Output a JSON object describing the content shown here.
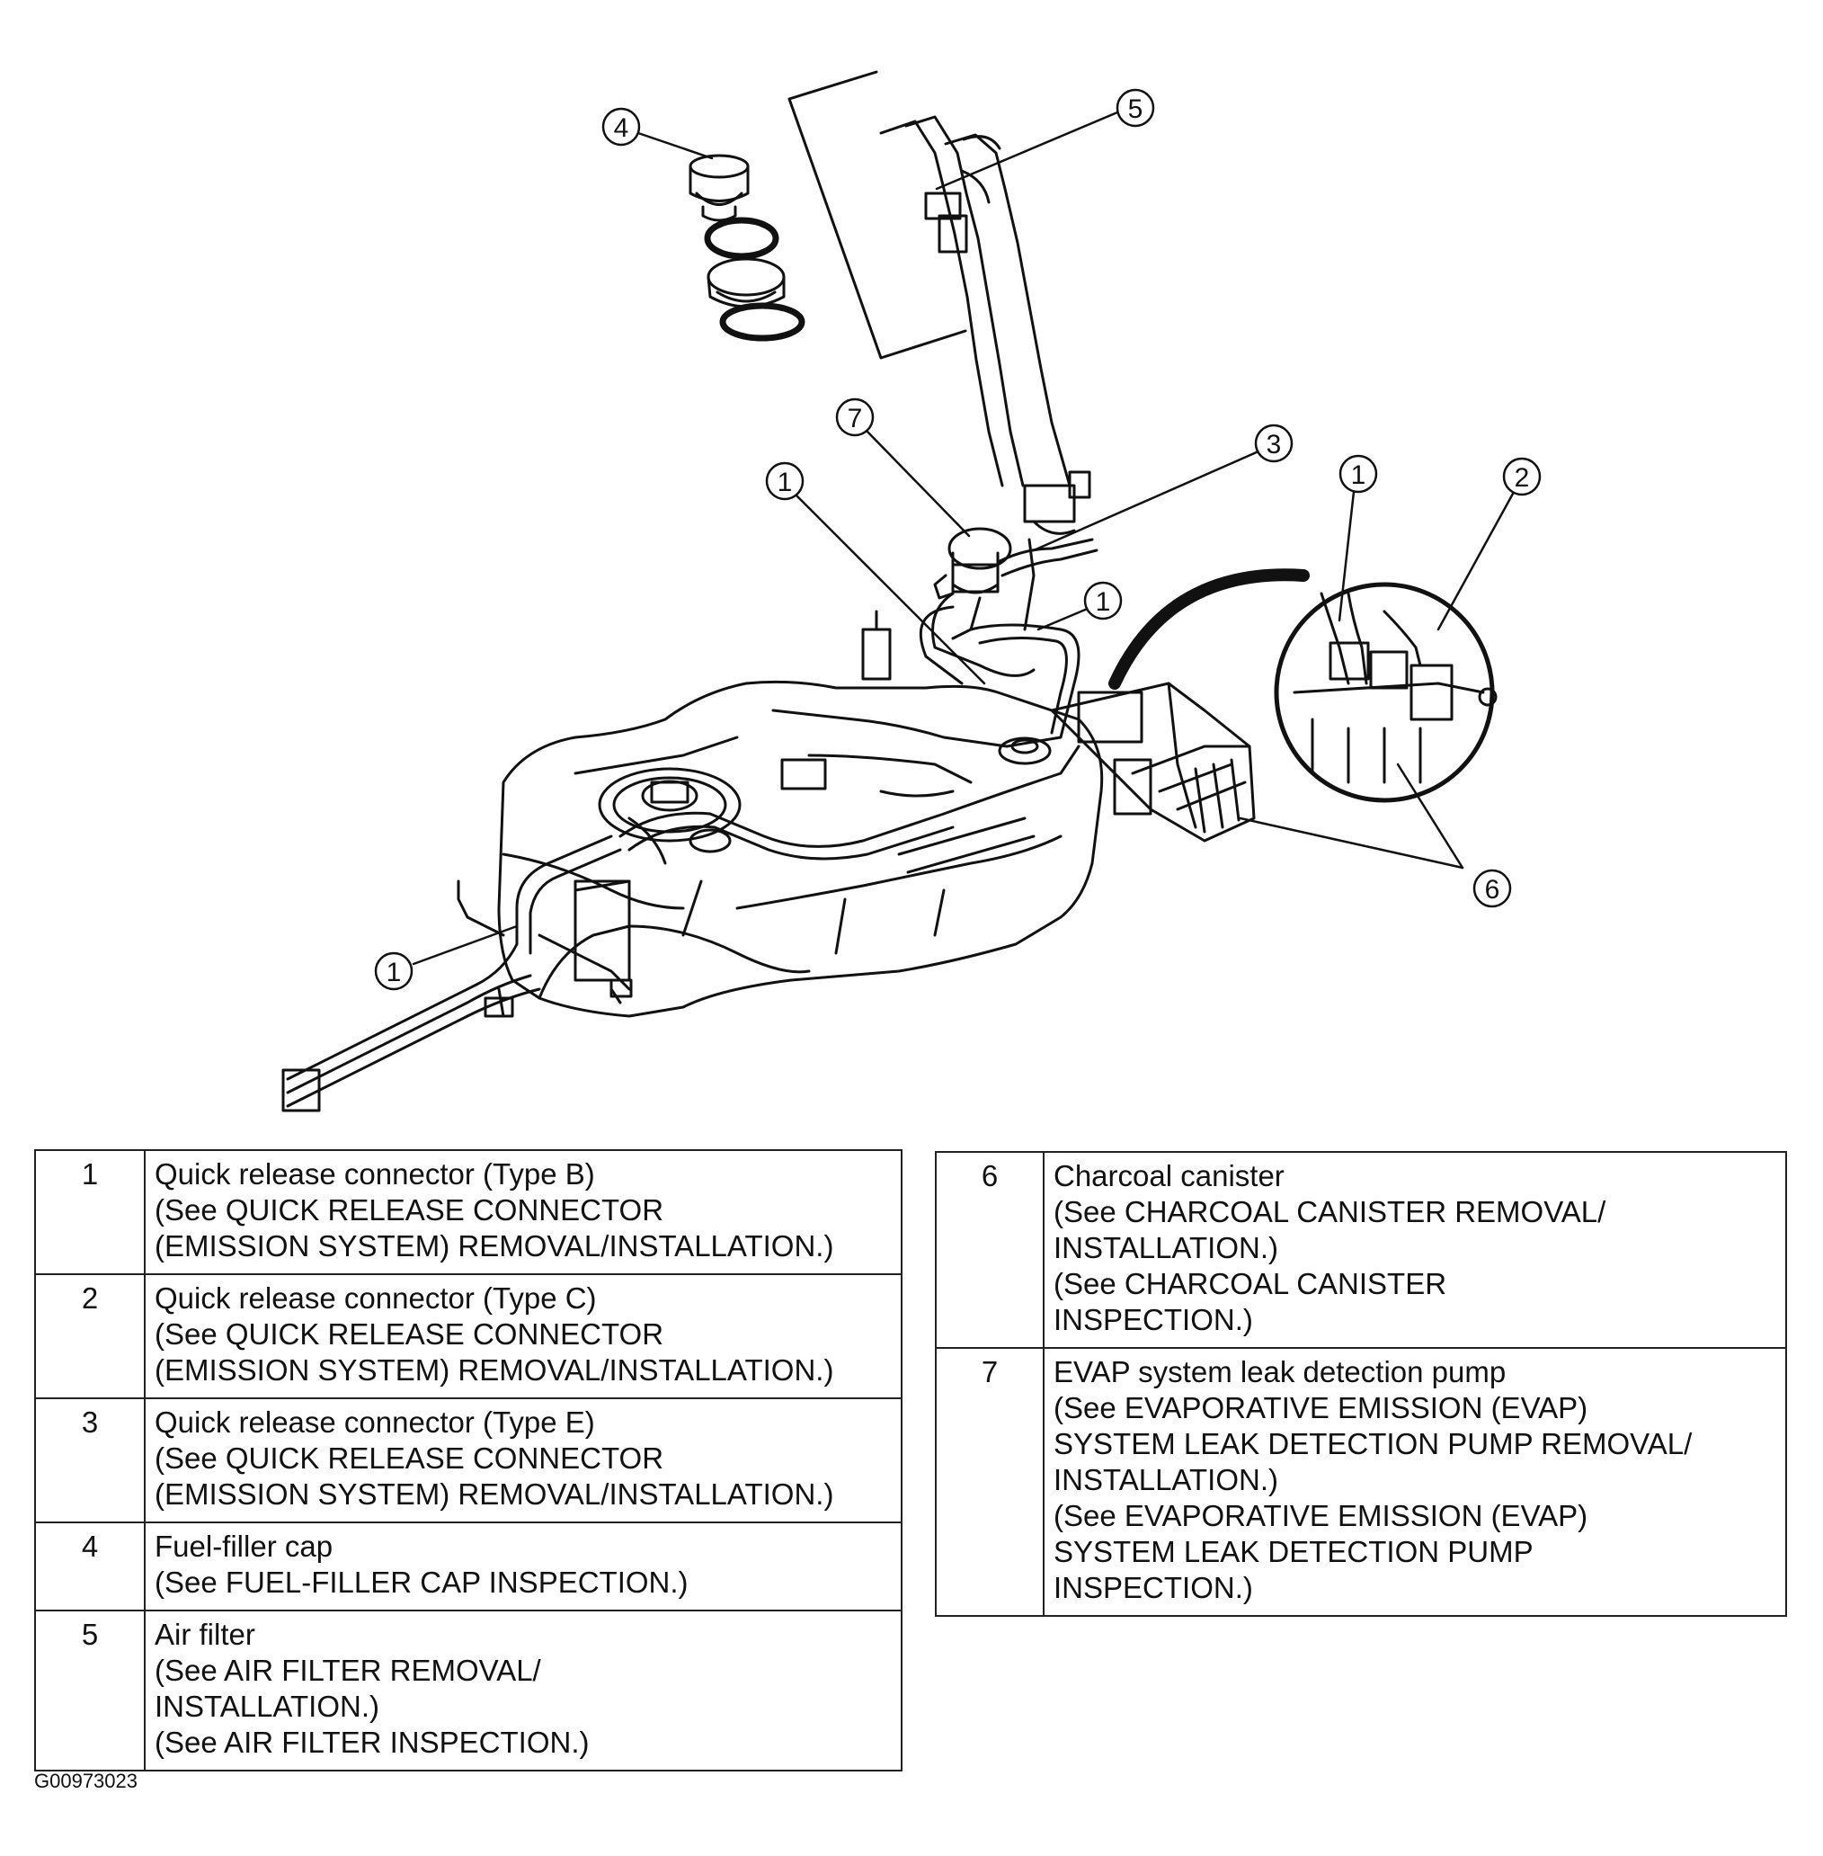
{
  "callouts": [
    "1",
    "2",
    "3",
    "4",
    "5",
    "6",
    "7"
  ],
  "legend": [
    {
      "number": "1",
      "lines": [
        "Quick release connector (Type B)",
        "(See QUICK RELEASE CONNECTOR",
        "(EMISSION SYSTEM) REMOVAL/INSTALLATION.)"
      ]
    },
    {
      "number": "2",
      "lines": [
        "Quick release connector (Type C)",
        "(See QUICK RELEASE CONNECTOR",
        "(EMISSION SYSTEM) REMOVAL/INSTALLATION.)"
      ]
    },
    {
      "number": "3",
      "lines": [
        "Quick release connector (Type E)",
        "(See QUICK RELEASE CONNECTOR",
        "(EMISSION SYSTEM) REMOVAL/INSTALLATION.)"
      ]
    },
    {
      "number": "4",
      "lines": [
        "Fuel-filler cap",
        "(See FUEL-FILLER CAP INSPECTION.)"
      ]
    },
    {
      "number": "5",
      "lines": [
        "Air filter",
        "(See AIR FILTER REMOVAL/",
        "INSTALLATION.)",
        "(See AIR FILTER INSPECTION.)"
      ]
    },
    {
      "number": "6",
      "lines": [
        "Charcoal canister",
        "(See CHARCOAL CANISTER REMOVAL/",
        "INSTALLATION.)",
        "(See CHARCOAL CANISTER",
        "INSPECTION.)"
      ]
    },
    {
      "number": "7",
      "lines": [
        "EVAP system leak detection pump",
        "(See EVAPORATIVE EMISSION (EVAP)",
        "SYSTEM LEAK DETECTION PUMP REMOVAL/",
        "INSTALLATION.)",
        "(See EVAPORATIVE EMISSION (EVAP)",
        "SYSTEM LEAK DETECTION PUMP",
        "INSPECTION.)"
      ]
    }
  ],
  "figure_code": "G00973023"
}
